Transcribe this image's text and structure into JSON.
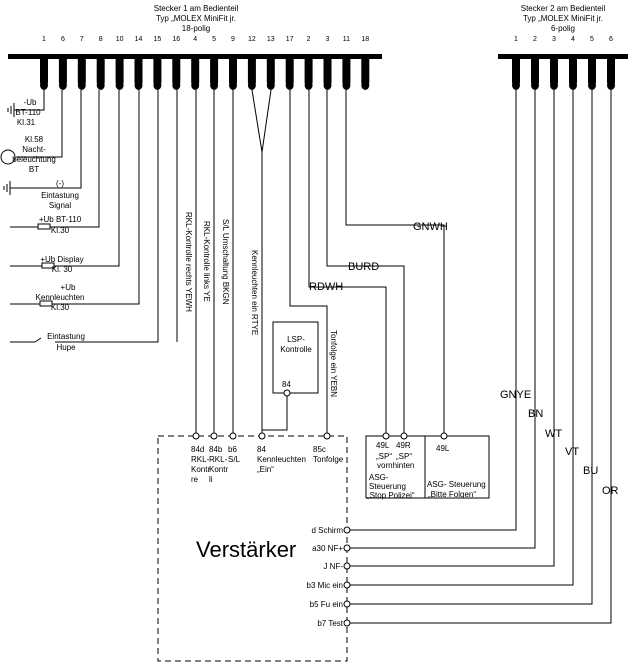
{
  "connector1": {
    "title_line1": "Stecker 1 am Bedienteil",
    "title_line2": "Typ „MOLEX MiniFit jr.",
    "title_line3": "18-polig",
    "pins": [
      "1",
      "6",
      "7",
      "8",
      "10",
      "14",
      "15",
      "16",
      "4",
      "5",
      "9",
      "12",
      "13",
      "17",
      "2",
      "3",
      "11",
      "18"
    ]
  },
  "connector2": {
    "title_line1": "Stecker 2 am Bedienteil",
    "title_line2": "Typ „MOLEX MiniFit jr.",
    "title_line3": "6-polig",
    "pins": [
      "1",
      "2",
      "3",
      "4",
      "5",
      "6"
    ]
  },
  "left_labels": {
    "ub_bt110_l1": "-Ub",
    "ub_bt110_l2": "BT-110",
    "ub_bt110_l3": "Kl.31",
    "nacht_l1": "Kl.58",
    "nacht_l2": "Nacht-",
    "nacht_l3": "beleuchtung",
    "nacht_l4": "BT",
    "eintastung_l1": "(-)",
    "eintastung_l2": "Eintastung",
    "eintastung_l3": "Signal",
    "ubbt_l1": "+Ub BT-110",
    "ubbt_l2": "Kl.30",
    "display_l1": "+Ub Display",
    "display_l2": "Kl. 30",
    "kenn_l1": "+Ub",
    "kenn_l2": "Kennleuchten",
    "kenn_l3": "Kl.30",
    "hupe_l1": "Eintastung",
    "hupe_l2": "Hupe"
  },
  "vertical_labels": {
    "rkl_rechts": "RKL-Kontrolle rechts YEWH",
    "rkl_links": "RKL-Kontrolle links YE",
    "sl": "S/L Umschaltung BKGN",
    "kennleuchten": "Kennleuchten ein RTYE",
    "tonfolge": "Tonfolge ein YEBN"
  },
  "wire_labels": {
    "gnwh": "GNWH",
    "burd": "BURD",
    "rdwh": "RDWH",
    "gnye": "GNYE",
    "bn": "BN",
    "wt": "WT",
    "vt": "VT",
    "bu": "BU",
    "or": "OR"
  },
  "lsp": {
    "l1": "LSP-",
    "l2": "Kontrolle",
    "pin": "84"
  },
  "amp": {
    "title": "Verstärker",
    "t84d_l1": "84d",
    "t84d_l2": "RKL-",
    "t84d_l3": "Kontr",
    "t84d_l4": "re",
    "t84b_l1": "84b",
    "t84b_l2": "RKL-",
    "t84b_l3": "Kontr",
    "t84b_l4": "li",
    "tb6_l1": "b6",
    "tb6_l2": "S/L",
    "t84_l1": "84",
    "t84_l2": "Kennleuchten",
    "t84_l3": "„Ein“",
    "t85c_l1": "85c",
    "t85c_l2": "Tonfolge",
    "side": [
      "d Schirm",
      "a30 NF+",
      "J NF-",
      "b3 Mic ein",
      "b5 Fu ein",
      "b7 Test"
    ]
  },
  "asg1": {
    "p1": "49L",
    "p2": "49R",
    "sp1": "„SP“",
    "sp2": "„SP“",
    "sp3": "vornhinten",
    "l1": "ASG-",
    "l2": "Steuerung",
    "l3": "„Stop Polizei“"
  },
  "asg2": {
    "p1": "49L",
    "l1": "ASG- Steuerung",
    "l2": "„Bitte Folgen“"
  }
}
